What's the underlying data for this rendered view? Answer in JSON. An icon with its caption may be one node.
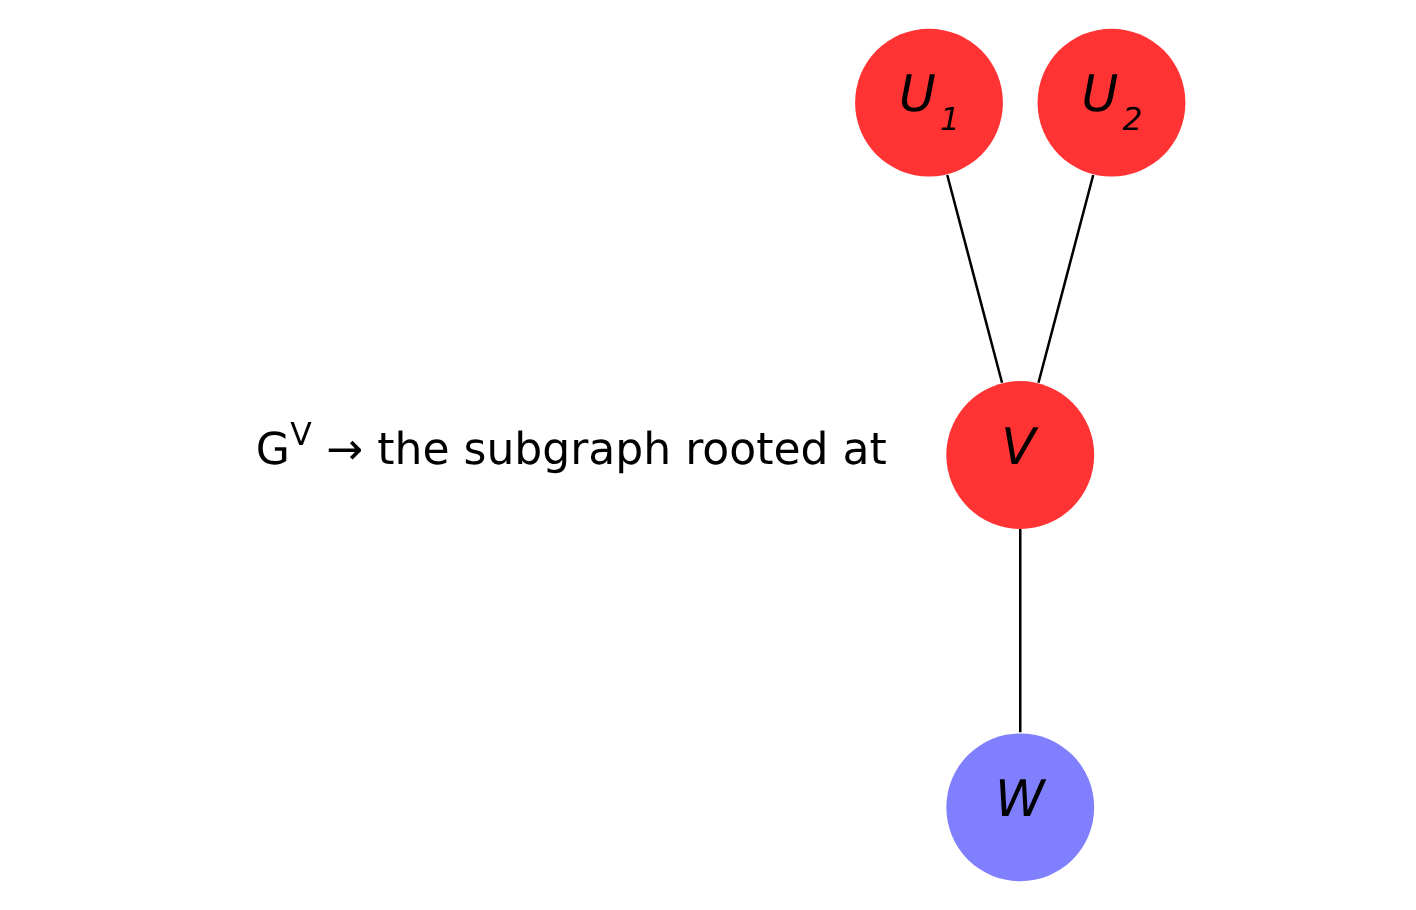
{
  "diagram": {
    "nodes": [
      {
        "text": [
          "U$_{1}$"
        ]
      },
      {
        "text": [
          "U$_{2}$"
        ]
      },
      {
        "text": [
          "V"
        ],
        "beside": [
          "G$^{V}$ → the subgraph rooted at"
        ]
      },
      {
        "text": [
          "W"
        ]
      }
    ],
    "edges": [
      {
        "from": 0,
        "to": 2,
        "arrow": "none"
      },
      {
        "from": 1,
        "to": 2,
        "arrow": "none"
      },
      {
        "from": 2,
        "to": 3,
        "arrow": "none"
      }
    ]
  }
}
